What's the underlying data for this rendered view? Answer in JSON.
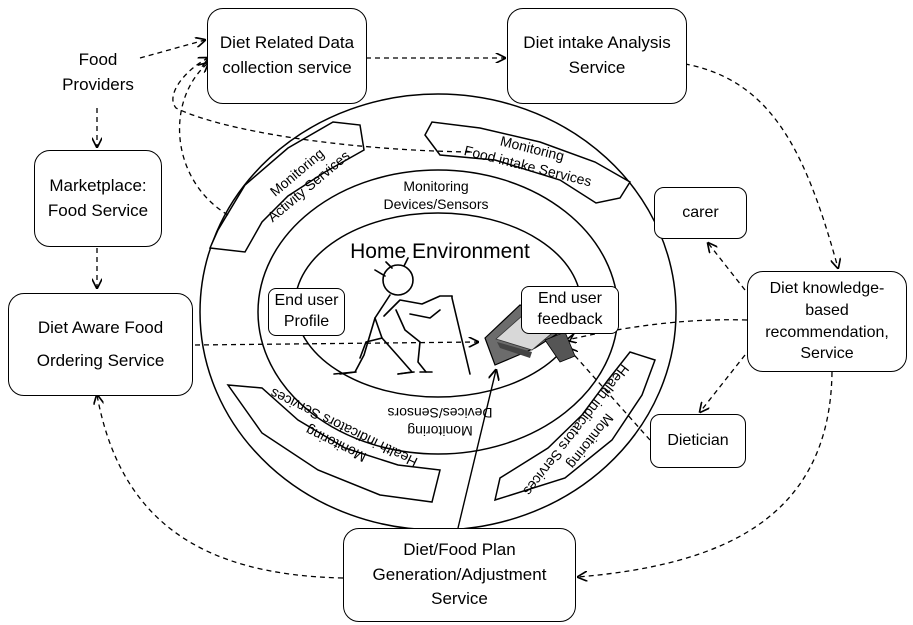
{
  "food_providers": "Food\nProviders",
  "marketplace": "Marketplace:\nFood Service",
  "diet_aware": "Diet Aware Food\nOrdering Service",
  "data_collection": "Diet Related Data\ncollection service",
  "intake_analysis": "Diet intake Analysis\nService",
  "knowledge_reco": "Diet knowledge-\nbased\nrecommendation,\nService",
  "carer": "carer",
  "dietician": "Dietician",
  "plan_generation": "Diet/Food Plan\nGeneration/Adjustment\nService",
  "home_environment": "Home Environment",
  "end_user_profile": "End user\nProfile",
  "end_user_feedback": "End user\nfeedback",
  "monitoring_devices_top": "Monitoring\nDevices/Sensors",
  "monitoring_devices_bottom": "Monitoring\nDevices/Sensors",
  "monitoring_activity": "Monitoring\nActivity Services",
  "monitoring_food": "Monitoring\nFood intake Services",
  "health_left": "Monitoring\nHealth indicators Services",
  "health_right": "Monitoring\nHealth indicators Services"
}
